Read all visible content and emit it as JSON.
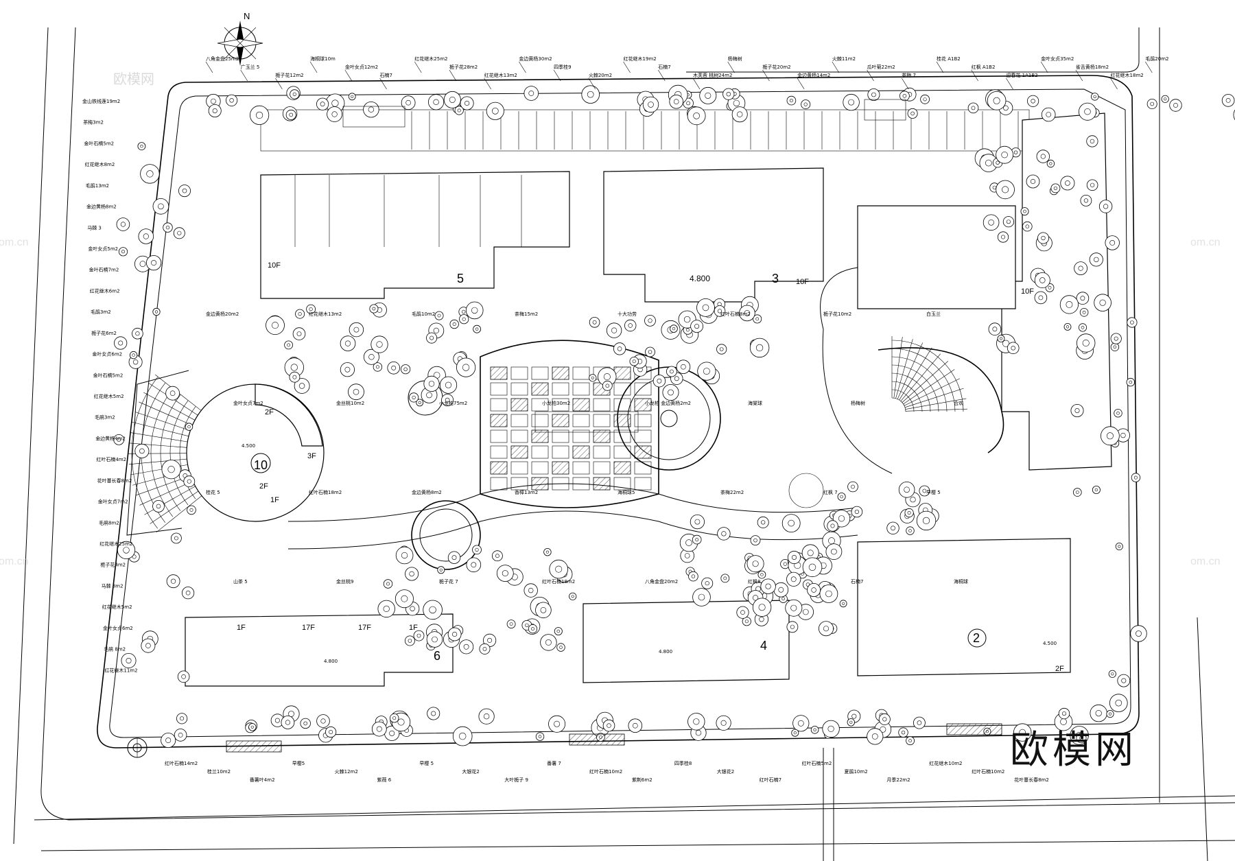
{
  "north_label": "N",
  "buildings": [
    {
      "id": "b5",
      "number": "5",
      "floors": "10F"
    },
    {
      "id": "b3",
      "number": "3",
      "floors": "10F"
    },
    {
      "id": "b10",
      "number": "10",
      "floors": [
        "3F",
        "2F",
        "2F",
        "1F"
      ]
    },
    {
      "id": "b6",
      "number": "6",
      "floors": [
        "1F",
        "17F",
        "17F",
        "1F"
      ]
    },
    {
      "id": "b4",
      "number": "4"
    },
    {
      "id": "b2",
      "number": "2",
      "floors": "2F"
    },
    {
      "id": "b1",
      "number": "",
      "floors": "10F"
    }
  ],
  "elevations": {
    "center": "4.800",
    "club": "4.500",
    "b6": "4.800",
    "b4": "4.800",
    "b2": "4.500"
  },
  "watermarks": {
    "brand_mark": "欧模网",
    "corner_brand": "欧模网",
    "url": "om.cn"
  },
  "plant_labels": {
    "top_row": [
      "八角金盘25m2",
      "广玉兰 5",
      "栀子花12m2",
      "海桐球10m",
      "金叶女贞12m2",
      "石楠7",
      "红花继木25m2",
      "栀子花28m2",
      "红花继木13m2",
      "金边黄杨30m2",
      "四季桂9",
      "火棘20m2",
      "红花继木19m2",
      "石楠7",
      "木芙蓉 桃树24m2",
      "杨梅树",
      "栀子花20m2",
      "金边黄杨14m2",
      "火棘11m2",
      "瓜叶菊22m2",
      "茶梅 7",
      "桂花 A1B2",
      "红枫 A1B2",
      "迎春花 1A1B2",
      "金叶女贞35m2",
      "雀舌黄杨18m2",
      "红花继木18m2",
      "毛鹃20m2"
    ],
    "left_col": [
      "金山铁线莲19m2",
      "茶梅3m2",
      "金叶石楠5m2",
      "红花继木8m2",
      "毛鹃13m2",
      "金边黄杨8m2",
      "马棘 3",
      "金叶女贞5m2",
      "金叶石楠7m2",
      "红花继木6m2",
      "毛鹃3m2",
      "栀子花6m2",
      "金叶女贞6m2",
      "金叶石楠5m2",
      "红花继木5m2",
      "毛鹃3m2",
      "金边黄杨4m2",
      "红叶石楠4m2",
      "花叶蔓长春8m2",
      "金叶女贞7m2",
      "毛鹃8m2",
      "红花继木25m2",
      "栀子花4m2",
      "马棘 8m2",
      "红花继木5m2",
      "金叶女贞6m2",
      "毛鹃 8m2",
      "红花继木11m2"
    ],
    "bottom_row": [
      "红叶石楠14m2",
      "桂兰10m2",
      "番薯叶4m2",
      "早樱5",
      "火棘12m2",
      "紫薇 6",
      "早樱 5",
      "大银花2",
      "大叶栀子 9",
      "番薯 7",
      "红叶石楠10m2",
      "紫荆6m2",
      "四季桂8",
      "大银花2",
      "红叶石楠7",
      "红叶石楠5m2",
      "夏鹃10m2",
      "月季22m2",
      "红花继木10m2",
      "红叶石楠10m2",
      "花叶蔓长春8m2"
    ],
    "interior": [
      "金边黄杨20m2",
      "红花继木13m2",
      "毛鹃10m2",
      "茶梅15m2",
      "十大功劳",
      "红叶石楠8m2",
      "栀子花10m2",
      "白玉兰",
      "金叶女贞7m2",
      "金丝桃10m2",
      "小龙柏75m2",
      "小龙柏30m2",
      "小龙柏 金边黄杨2m2",
      "海棠球",
      "杨梅树",
      "合欢",
      "桂花 5",
      "红叶石楠18m2",
      "金边黄杨8m2",
      "香樟13m2",
      "海桐球5",
      "茶梅22m2",
      "红枫 7",
      "早樱 5",
      "山茶 5",
      "金丝桃9",
      "栀子花 7",
      "红叶石楠18m2",
      "八角金盘20m2",
      "红枫8",
      "石楠7",
      "海桐球"
    ]
  }
}
